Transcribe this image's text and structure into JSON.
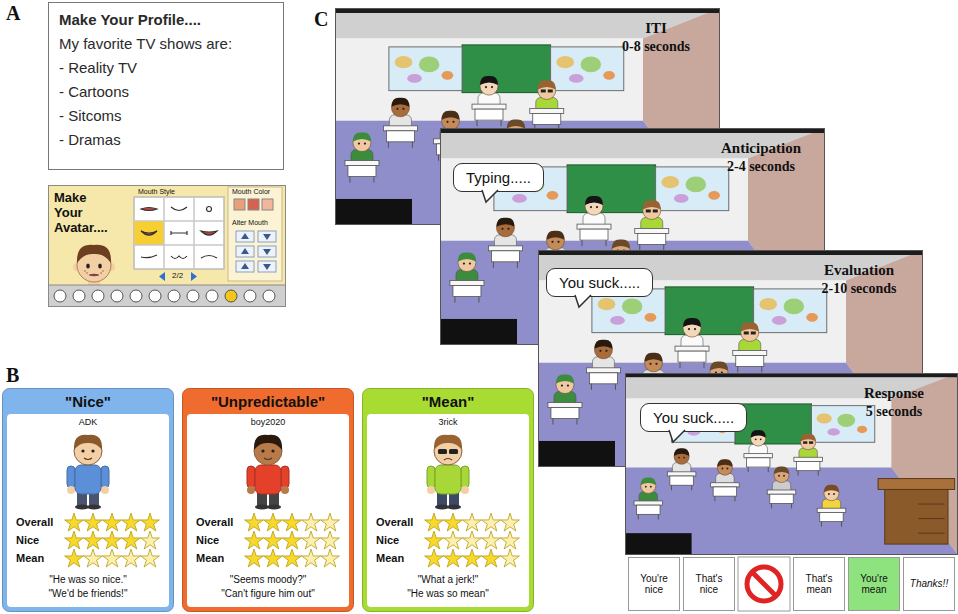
{
  "diagram": {
    "nodes": [
      {
        "text": [
          "Make Your Profile....",
          "My favorite TV shows are:",
          "- Reality TV",
          "- Cartoons",
          "- Sitcoms",
          "- Dramas"
        ]
      },
      {
        "text": [
          "Make Your Avatar....",
          "Mouth Style",
          "Mouth Color",
          "Alter Mouth",
          "2/2"
        ]
      },
      {
        "text": [
          "\"Nice\"",
          "ADK",
          "Overall",
          "Nice",
          "Mean",
          "\"He was so nice.\"",
          "\"We'd be friends!\""
        ]
      },
      {
        "text": [
          "\"Unpredictable\"",
          "boy2020",
          "Overall",
          "Nice",
          "Mean",
          "\"Seems moody?\"",
          "\"Can't figure him out\""
        ]
      },
      {
        "text": [
          "\"Mean\"",
          "3rick",
          "Overall",
          "Nice",
          "Mean",
          "\"What a jerk!\"",
          "\"He was so mean\""
        ]
      },
      {
        "text": [
          "ITI",
          "0-8 seconds"
        ]
      },
      {
        "text": [
          "Anticipation",
          "2-4 seconds"
        ]
      },
      {
        "text": [
          "Typing....."
        ],
        "in": 6
      },
      {
        "text": [
          "Evaluation",
          "2-10 seconds"
        ]
      },
      {
        "text": [
          "You suck....."
        ],
        "in": 8
      },
      {
        "text": [
          "Response",
          "5 seconds"
        ]
      },
      {
        "text": [
          "You suck....."
        ],
        "in": 10
      },
      {
        "text": [
          "You're nice"
        ],
        "in": 10
      },
      {
        "text": [
          "That's nice"
        ],
        "in": 10
      },
      {
        "text": [
          "That's mean"
        ],
        "in": 10
      },
      {
        "text": [
          "You're mean"
        ],
        "in": 10
      },
      {
        "text": [
          "Thanks!!"
        ],
        "in": 10
      }
    ],
    "labels": [
      "A",
      "B",
      "C"
    ]
  }
}
